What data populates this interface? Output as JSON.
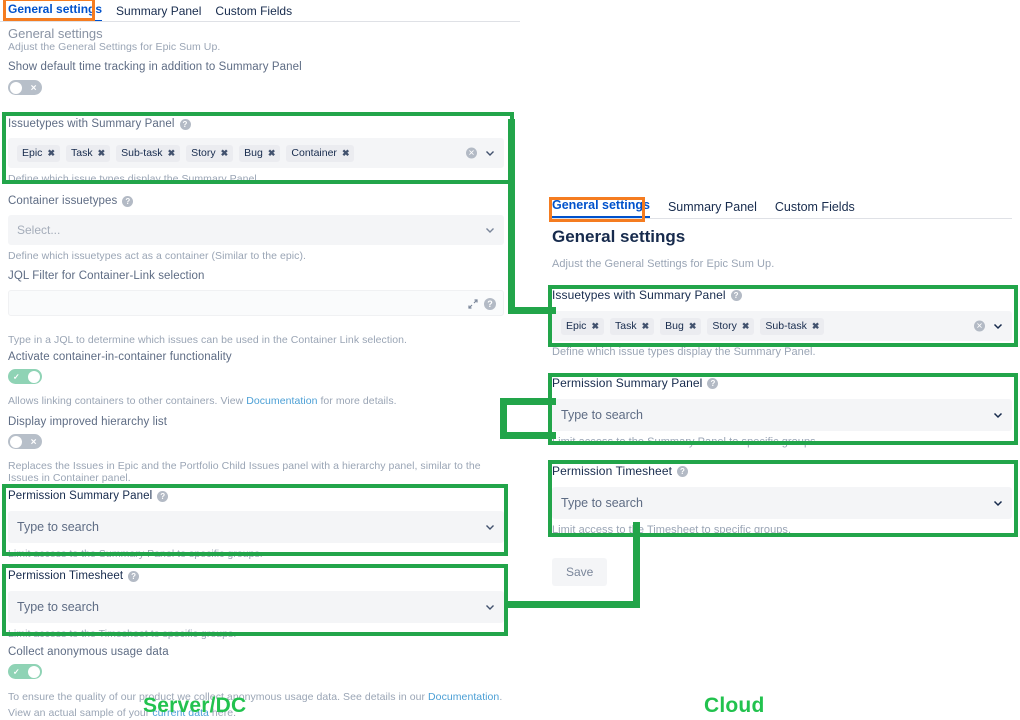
{
  "colors": {
    "highlight_green": "#22A54A",
    "highlight_orange": "#F57C20",
    "platform_label_green": "#22C24E",
    "tab_active_blue": "#0052CC",
    "link_blue": "#4B9FD5"
  },
  "platforms": {
    "server_label": "Server/DC",
    "cloud_label": "Cloud"
  },
  "server": {
    "tabs": [
      {
        "label": "General settings",
        "active": true
      },
      {
        "label": "Summary Panel",
        "active": false
      },
      {
        "label": "Custom Fields",
        "active": false
      }
    ],
    "page_title": "General settings",
    "page_subtitle": "Adjust the General Settings for Epic Sum Up.",
    "time_tracking": {
      "label": "Show default time tracking in addition to Summary Panel",
      "toggle_state": "off",
      "toggle_mark": "✕"
    },
    "issuetypes": {
      "label": "Issuetypes with Summary Panel",
      "help_icon": "question-icon",
      "chips": [
        "Epic",
        "Task",
        "Sub-task",
        "Story",
        "Bug",
        "Container"
      ],
      "chip_remove": "✖",
      "hint": "Define which issue types display the Summary Panel."
    },
    "container_issuetypes": {
      "label": "Container issuetypes",
      "help_icon": "question-icon",
      "placeholder": "Select...",
      "hint": "Define which issuetypes act as a container (Similar to the epic)."
    },
    "jql_filter": {
      "label": "JQL Filter for Container-Link selection",
      "value": "",
      "hint": "Type in a JQL to determine which issues can be used in the Container Link selection.",
      "expand_icon": "expand-icon",
      "help_icon": "question-icon"
    },
    "container_in_container": {
      "label": "Activate container-in-container functionality",
      "toggle_state": "on",
      "toggle_mark": "✓",
      "hint_before": "Allows linking containers to other containers. View ",
      "hint_link": "Documentation",
      "hint_after": " for more details."
    },
    "hierarchy_list": {
      "label": "Display improved hierarchy list",
      "toggle_state": "off",
      "toggle_mark": "✕",
      "hint": "Replaces the Issues in Epic and the Portfolio Child Issues panel with a hierarchy panel, similar to the Issues in Container panel."
    },
    "permission_summary": {
      "label": "Permission Summary Panel",
      "help_icon": "question-icon",
      "placeholder": "Type to search",
      "hint": "Limit access to the Summary Panel to specific groups."
    },
    "permission_timesheet": {
      "label": "Permission Timesheet",
      "help_icon": "question-icon",
      "placeholder": "Type to search",
      "hint": "Limit access to the Timesheet to specific groups."
    },
    "usage_data": {
      "label": "Collect anonymous usage data",
      "toggle_state": "on",
      "toggle_mark": "✓",
      "hint_1": "To ensure the quality of our product we collect anonymous usage data. See details in our ",
      "hint_link_1": "Documentation",
      "hint_2": ". View an actual sample of your ",
      "hint_link_2": "current data",
      "hint_3": " here."
    }
  },
  "cloud": {
    "tabs": [
      {
        "label": "General settings",
        "active": true
      },
      {
        "label": "Summary Panel",
        "active": false
      },
      {
        "label": "Custom Fields",
        "active": false
      }
    ],
    "page_title": "General settings",
    "page_subtitle": "Adjust the General Settings for Epic Sum Up.",
    "issuetypes": {
      "label": "Issuetypes with Summary Panel",
      "help_icon": "question-icon",
      "chips": [
        "Epic",
        "Task",
        "Bug",
        "Story",
        "Sub-task"
      ],
      "chip_remove": "✖",
      "hint": "Define which issue types display the Summary Panel."
    },
    "permission_summary": {
      "label": "Permission Summary Panel",
      "help_icon": "question-icon",
      "placeholder": "Type to search",
      "hint": "Limit access to the Summary Panel to specific groups."
    },
    "permission_timesheet": {
      "label": "Permission Timesheet",
      "help_icon": "question-icon",
      "placeholder": "Type to search",
      "hint": "Limit access to the Timesheet to specific groups."
    },
    "save_label": "Save"
  }
}
